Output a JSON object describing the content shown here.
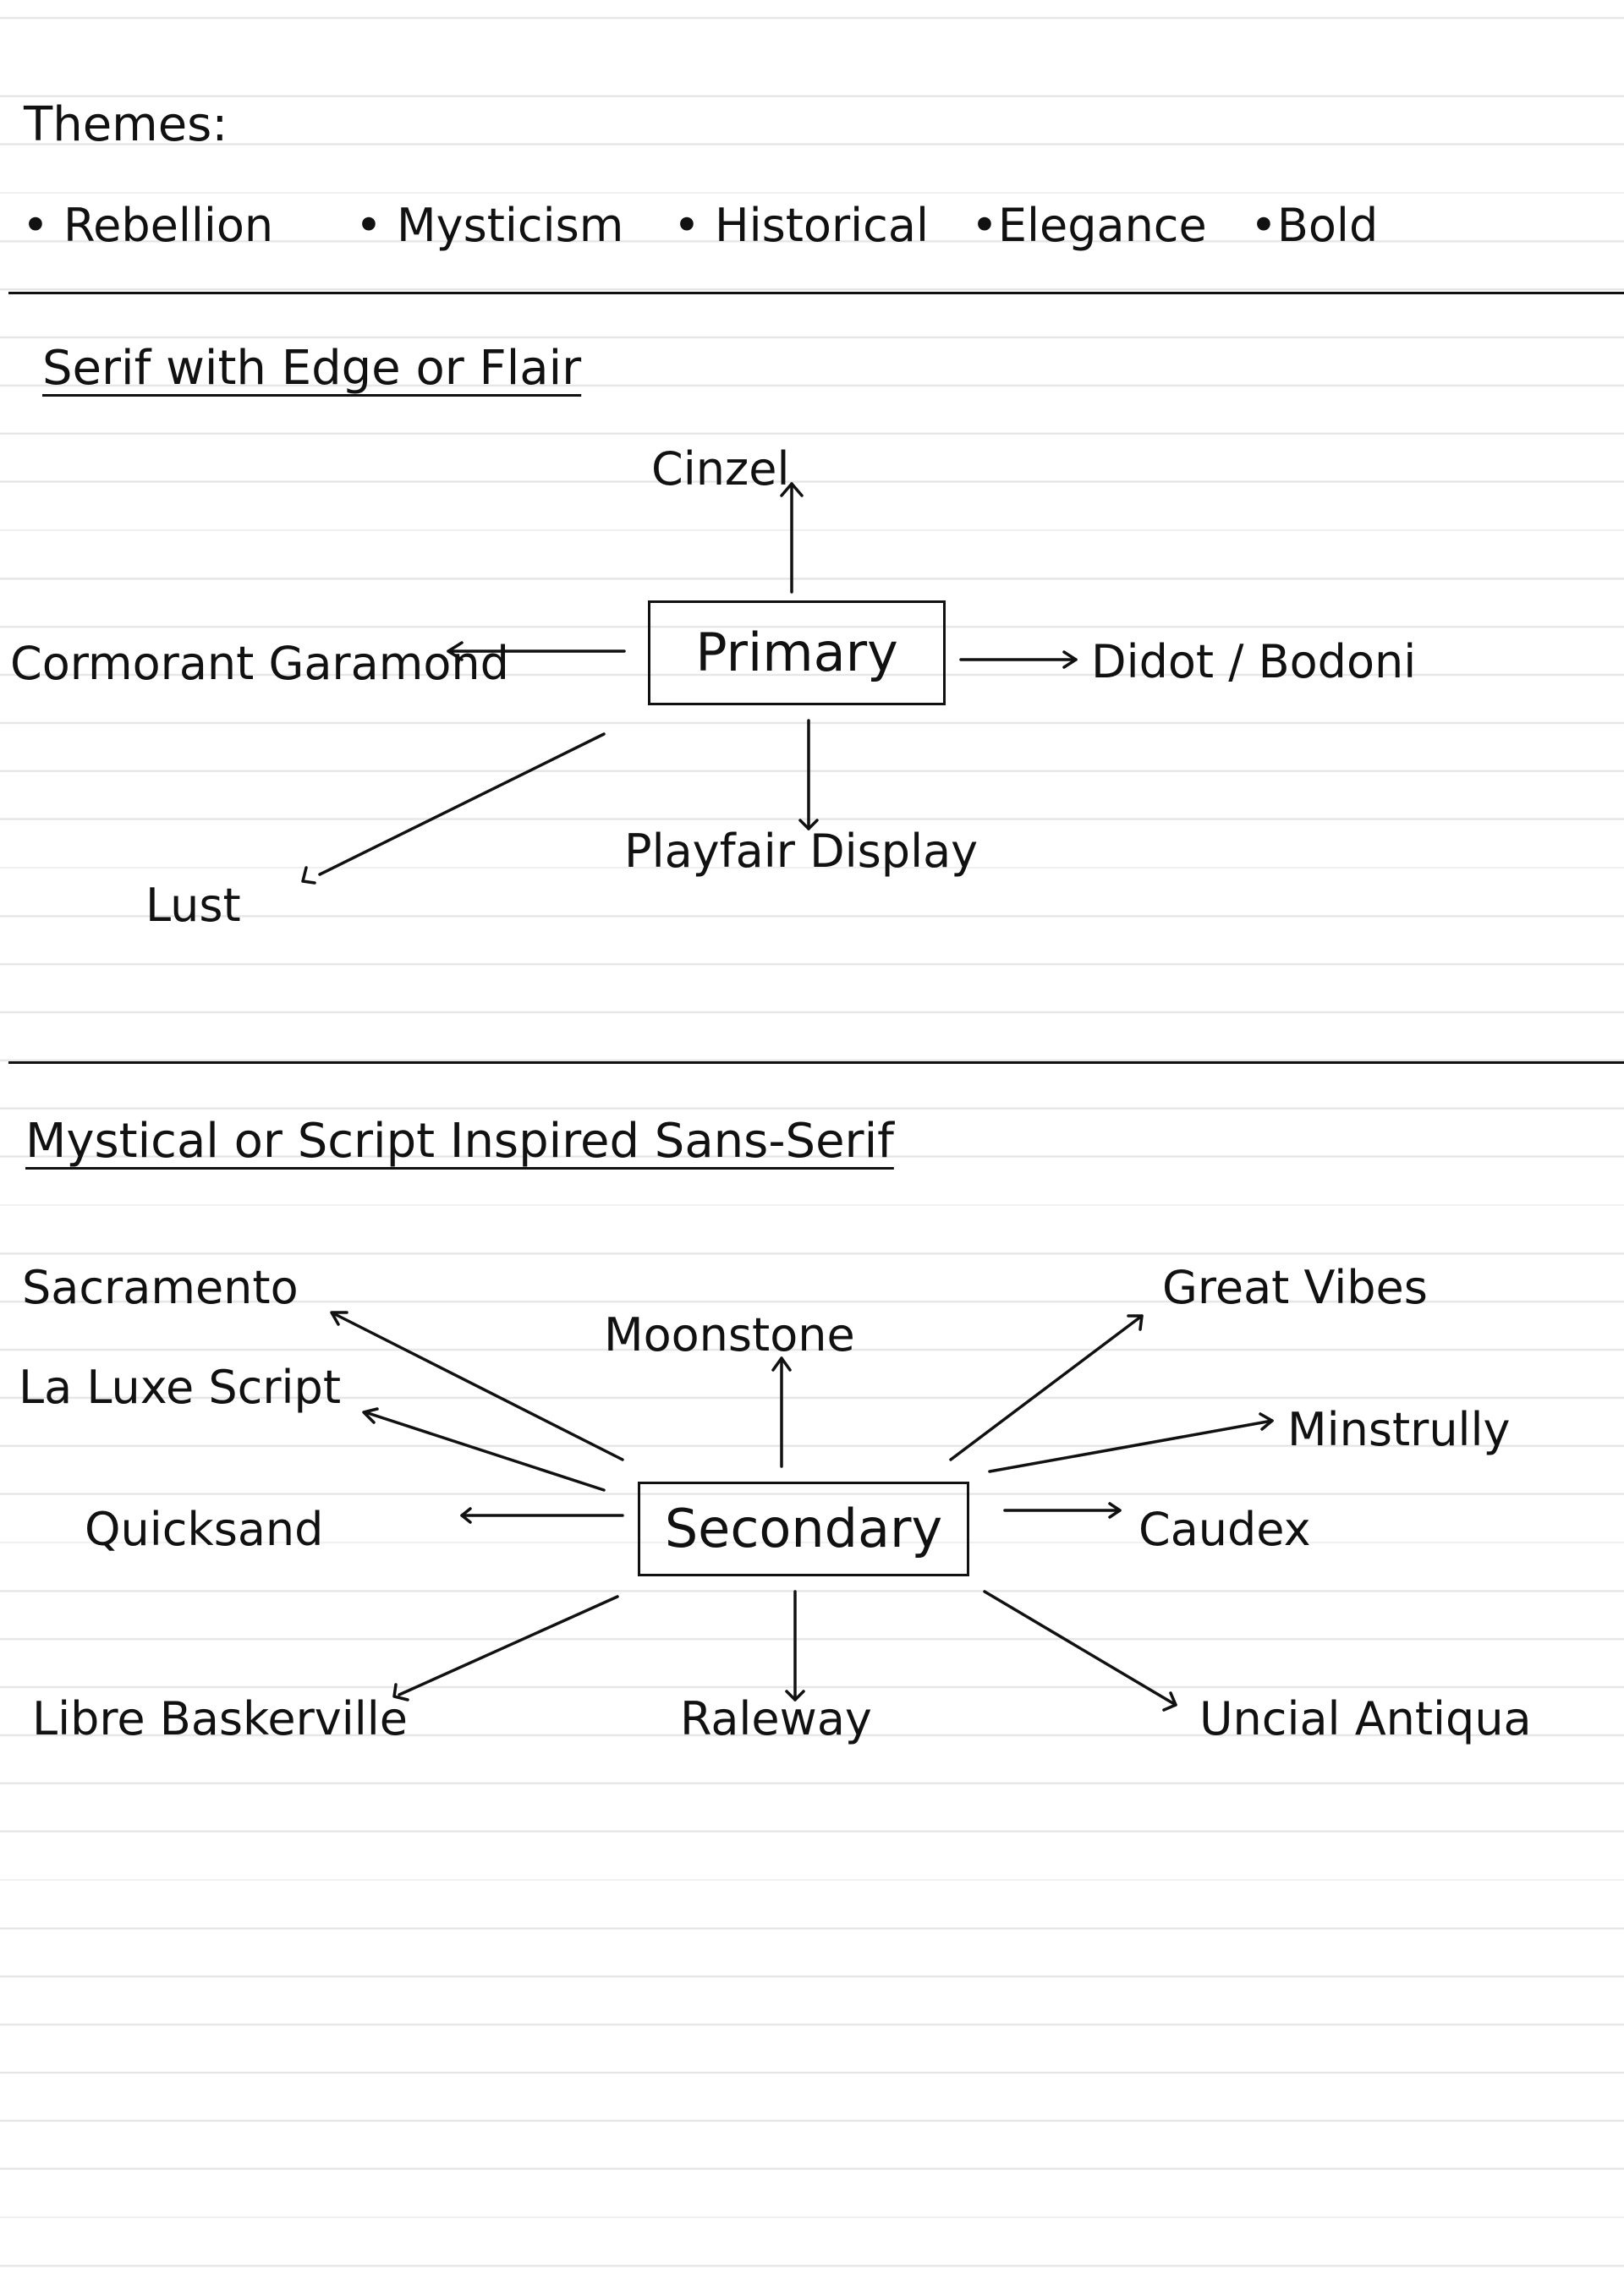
{
  "themes": {
    "heading": "Themes:",
    "items": [
      "• Rebellion",
      "• Mysticism",
      "• Historical",
      "•Elegance",
      "•Bold"
    ]
  },
  "section1": {
    "title": "Serif with Edge or Flair",
    "center": "Primary",
    "nodes": {
      "top": "Cinzel",
      "left": "Cormorant Garamond",
      "right": "Didot / Bodoni",
      "bottom": "Playfair Display",
      "bottom_left": "Lust"
    }
  },
  "section2": {
    "title": "Mystical or Script Inspired Sans-Serif",
    "center": "Secondary",
    "nodes": {
      "top": "Moonstone",
      "top_left_1": "Sacramento",
      "top_left_2": "La Luxe Script",
      "left": "Quicksand",
      "bottom_left": "Libre Baskerville",
      "bottom": "Raleway",
      "top_right_1": "Great Vibes",
      "top_right_2": "Minstrully",
      "right": "Caudex",
      "bottom_right": "Uncial Antiqua"
    }
  }
}
